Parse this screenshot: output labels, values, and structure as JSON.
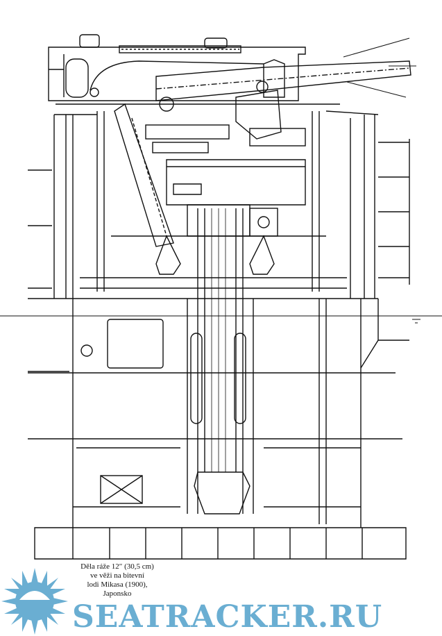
{
  "caption": {
    "line1": "Děla ráže 12″ (30,5 cm)",
    "line2": "ve věži na bitevní",
    "line3": "lodi Mikasa (1900),",
    "line4": "Japonsko"
  },
  "watermark": {
    "text": "SEATRACKER.RU",
    "color": "#6aaed2"
  }
}
